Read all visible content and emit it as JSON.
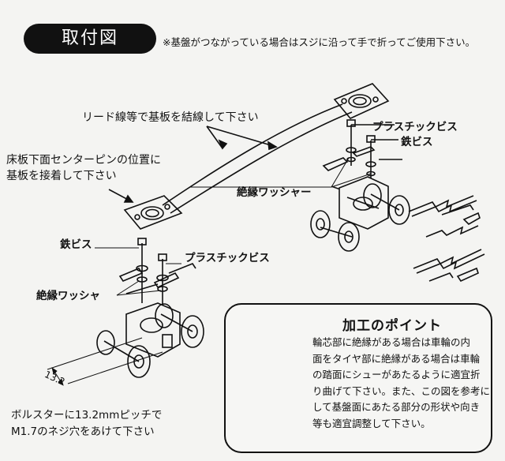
{
  "header": {
    "title": "取付図",
    "note": "※基盤がつながっている場合はスジに沿って手で折ってご使用下さい。"
  },
  "labels": {
    "lead_wire": "リード線等で基板を結線して下さい",
    "floor_line1": "床板下面センターピンの位置に",
    "floor_line2": "基板を接着して下さい",
    "plastic_screw_top": "プラスチックビス",
    "iron_screw_top": "鉄ビス",
    "insulation_washer_top": "絶縁ワッシャー",
    "iron_screw_left": "鉄ビス",
    "plastic_screw_left": "プラスチックビス",
    "insulation_washer_left": "絶縁ワッシャ",
    "dimension": "13.2"
  },
  "bottom_note": {
    "line1": "ボルスターに13.2mmピッチで",
    "line2": "M1.7のネジ穴をあけて下さい"
  },
  "processing_point": {
    "title": "加工のポイント",
    "lines": [
      "輪芯部に絶縁がある場合は車輪の内",
      "面をタイヤ部に絶縁がある場合は車輪",
      "の踏面にシューがあたるように適宜折",
      "り曲げて下さい。また、この図を参考に",
      "して基盤面にあたる部分の形状や向き",
      "等も適宜調整して下さい。"
    ]
  }
}
